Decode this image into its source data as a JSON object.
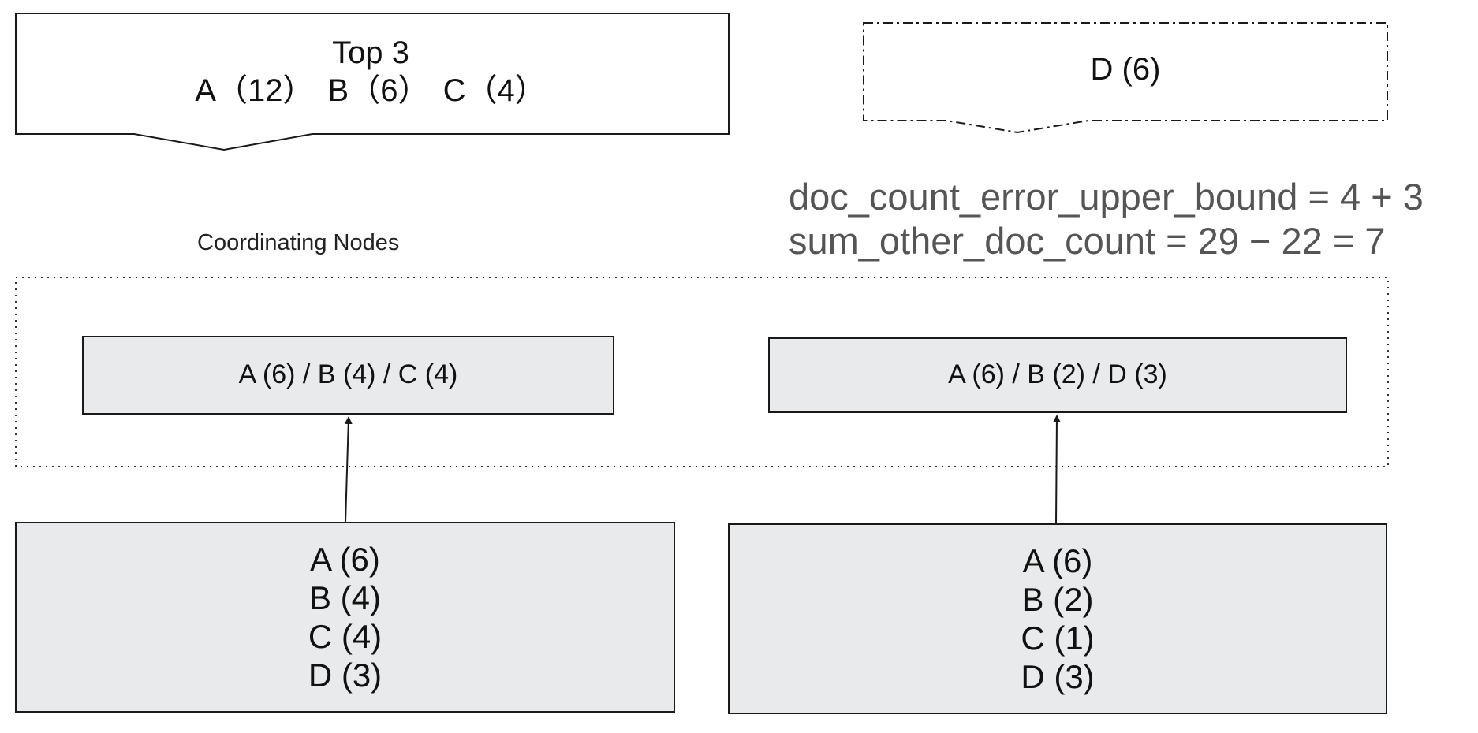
{
  "top_result": {
    "title": "Top 3",
    "items": "A（12） B（6） C（4）"
  },
  "missed_result": {
    "label": "D (6)"
  },
  "formulas": {
    "error_upper_bound": "doc_count_error_upper_bound = 4 + 3",
    "sum_other": "sum_other_doc_count = 29 − 22 = 7"
  },
  "coordinating_nodes": {
    "label": "Coordinating Nodes",
    "shard_summaries": [
      "A (6) / B (4) / C (4)",
      "A (6) / B (2) / D (3)"
    ]
  },
  "shards": [
    {
      "lines": [
        "A (6)",
        "B (4)",
        "C (4)",
        "D (3)"
      ]
    },
    {
      "lines": [
        "A (6)",
        "B (2)",
        "C (1)",
        "D (3)"
      ]
    }
  ],
  "colors": {
    "box_fill": "#e8eaeb",
    "stroke": "#1a1a1a",
    "formula_text": "#555555"
  }
}
